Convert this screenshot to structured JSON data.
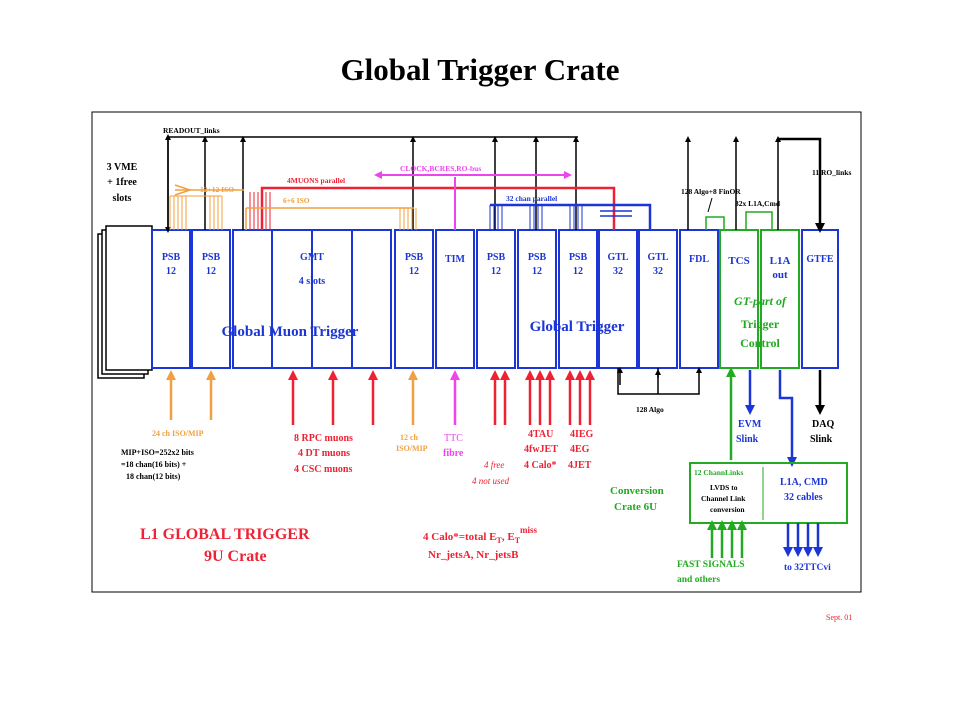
{
  "title": "Global Trigger Crate",
  "date": "Sept. 01",
  "colors": {
    "blue": "#1b35d6",
    "red": "#ee2233",
    "orange": "#f0a040",
    "magenta": "#ee44ee",
    "green": "#22aa22",
    "black": "#000000"
  },
  "boards": {
    "psb1": [
      "PSB",
      "12"
    ],
    "psb2": [
      "PSB",
      "12"
    ],
    "gmt": [
      "GMT",
      "4 slots"
    ],
    "psb3": [
      "PSB",
      "12"
    ],
    "tim": [
      "TIM"
    ],
    "psb4": [
      "PSB",
      "12"
    ],
    "psb5": [
      "PSB",
      "12"
    ],
    "psb6": [
      "PSB",
      "12"
    ],
    "gtl1": [
      "GTL",
      "32"
    ],
    "gtl2": [
      "GTL",
      "32"
    ],
    "fdl": [
      "FDL"
    ],
    "tcs": [
      "TCS"
    ],
    "l1a": [
      "L1A",
      "out"
    ],
    "gtfe": [
      "GTFE"
    ]
  },
  "overlay": {
    "global_muon_trigger": "Global Muon Trigger",
    "global_trigger": "Global Trigger",
    "gt_part_of": "GT-part of",
    "trigger": "Trigger",
    "control": "Control"
  },
  "top": {
    "readout_links": "READOUT_links",
    "four_muons_parallel": "4MUONS parallel",
    "clock_bus": "CLOCK,BCRES,RO-bus",
    "iso_12_12": "12+12  ISO",
    "iso_6_6": "6+6  ISO",
    "chan_parallel": "32 chan parallel",
    "algo_finor": "128 Algo+8 FinOR",
    "l1a_cmd": "32x  L1A,Cmd",
    "ro_links": "11 RO_links",
    "slash": "/"
  },
  "left": {
    "vme": [
      "3 VME",
      "+ 1free",
      "slots"
    ]
  },
  "inputs": {
    "iso_mip_24": "24 ch ISO/MIP",
    "mip_iso_bits": [
      "MIP+ISO=252x2 bits",
      "=18 chan(16 bits) +",
      "18 chan(12 bits)"
    ],
    "muons": [
      "8 RPC muons",
      "4 DT muons",
      "4 CSC muons"
    ],
    "iso_mip_12": [
      "12 ch",
      "ISO/MIP"
    ],
    "ttc": [
      "TTC",
      "fibre"
    ],
    "free": [
      "4 free",
      "4 not used"
    ],
    "calo_left": [
      "4TAU",
      "4fwJET",
      "4 Calo*"
    ],
    "calo_right": [
      "4IEG",
      "4EG",
      "4JET"
    ]
  },
  "outputs": {
    "algo_128": "128 Algo",
    "evm": [
      "EVM",
      "Slink"
    ],
    "daq": [
      "DAQ",
      "Slink"
    ]
  },
  "conversion": {
    "label": [
      "Conversion",
      "Crate 6U"
    ],
    "chann_links": "12 ChannLinks",
    "lvds": [
      "LVDS to",
      "Channel Link",
      "conversion"
    ],
    "l1a_cmd": [
      "L1A, CMD",
      "32 cables"
    ],
    "fast_signals": [
      "FAST SIGNALS",
      "and others"
    ],
    "to_ttcvi": "to 32TTCvi"
  },
  "footer": {
    "l1_global_trigger": "L1 GLOBAL TRIGGER",
    "crate_9u": "9U Crate",
    "calo_total": "4 Calo*=total E",
    "calo_total_sub": "T",
    "calo_total_comma": ", E",
    "calo_total_sub2": "T",
    "calo_total_sup": "miss",
    "nr_jets": "Nr_jetsA, Nr_jetsB"
  }
}
